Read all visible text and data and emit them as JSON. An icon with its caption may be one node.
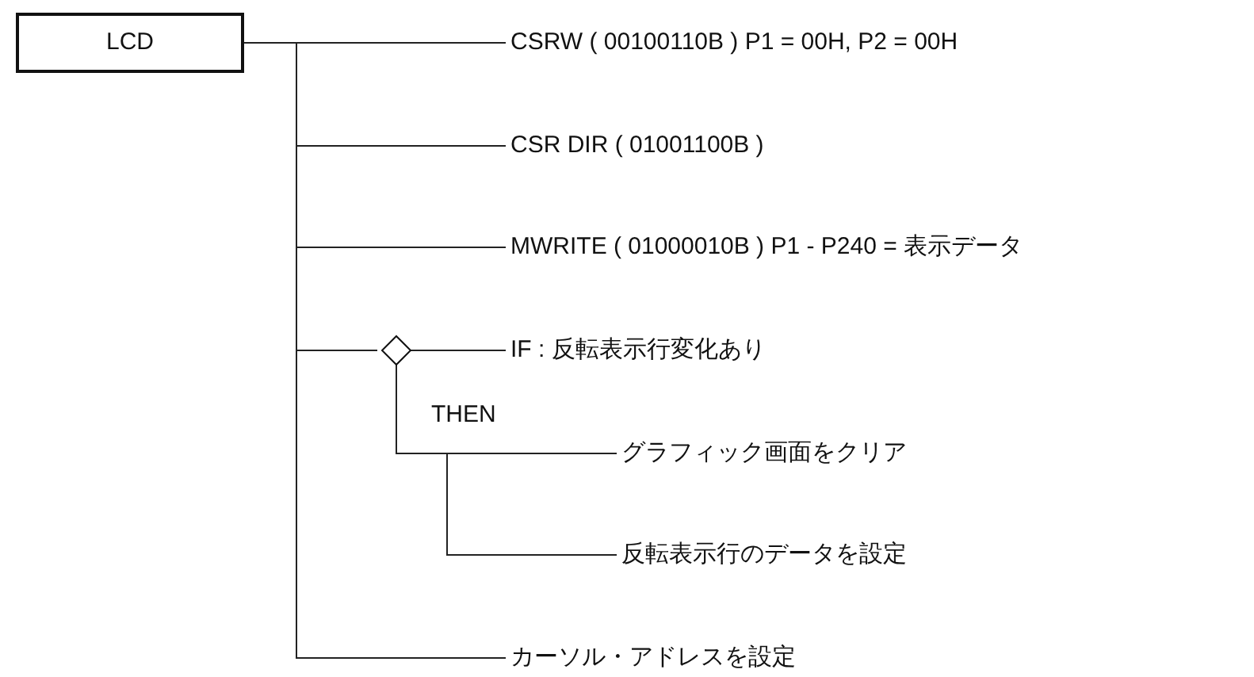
{
  "diagram": {
    "nodes": [
      {
        "text": [
          "LCD"
        ]
      },
      {
        "text": [
          "CSRW ( 00100110B ) P1 = 00H, P2 = 00H"
        ]
      },
      {
        "text": [
          "CSR  DIR ( 01001100B )"
        ]
      },
      {
        "text": [
          "MWRITE ( 01000010B ) P1 - P240 = 表示データ"
        ]
      },
      {
        "text": [],
        "shape": "diamond"
      },
      {
        "text": [
          "IF : 反転表示行変化あり"
        ]
      },
      {
        "text": [
          "グラフィック画面をクリア"
        ]
      },
      {
        "text": [
          "反転表示行のデータを設定"
        ]
      },
      {
        "text": [
          "カーソル・アドレスを設定"
        ]
      }
    ],
    "edges": [
      {
        "from": 0,
        "to": 1,
        "arrow": "none"
      },
      {
        "from": 0,
        "to": 2,
        "arrow": "none"
      },
      {
        "from": 0,
        "to": 3,
        "arrow": "none"
      },
      {
        "from": 0,
        "to": 4,
        "arrow": "none"
      },
      {
        "from": 4,
        "to": 5,
        "arrow": "none"
      },
      {
        "from": 4,
        "to": 6,
        "arrow": "none"
      },
      {
        "from": 4,
        "to": 7,
        "arrow": "none"
      },
      {
        "from": 0,
        "to": 8,
        "arrow": "none"
      }
    ],
    "labels": [
      "THEN"
    ]
  }
}
